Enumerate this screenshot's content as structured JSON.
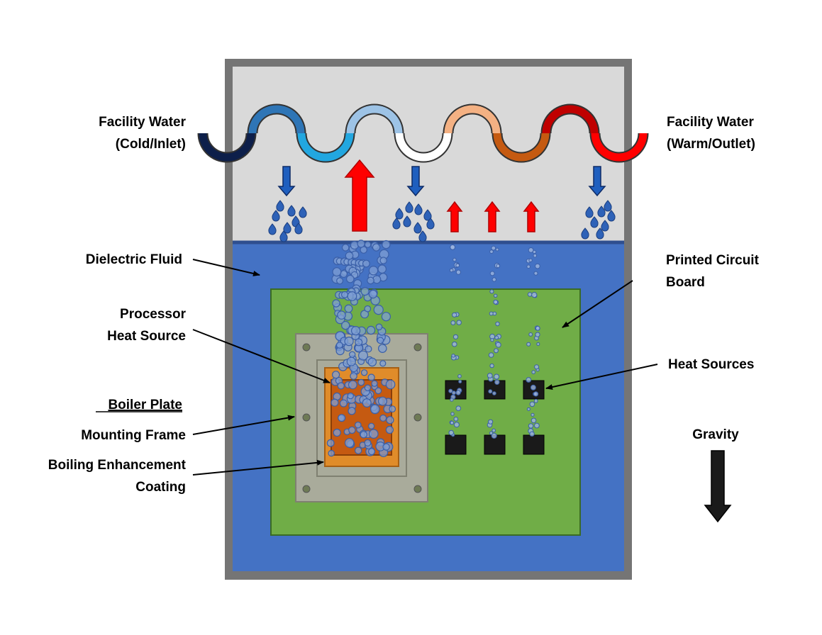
{
  "labels": {
    "facility_water_inlet_line1": "Facility Water",
    "facility_water_inlet_line2": "(Cold/Inlet)",
    "facility_water_outlet_line1": "Facility Water",
    "facility_water_outlet_line2": "(Warm/Outlet)",
    "dielectric_fluid": "Dielectric Fluid",
    "processor_line1": "Processor",
    "processor_line2": "Heat Source",
    "boiler_plate": "Boiler Plate",
    "mounting_frame": "Mounting Frame",
    "coating_line1": "Boiling Enhancement",
    "coating_line2": "Coating",
    "pcb_line1": "Printed Circuit",
    "pcb_line2": "Board",
    "heat_sources": "Heat Sources",
    "gravity": "Gravity"
  },
  "colors": {
    "tank_wall": "#757575",
    "vapor_space": "#d9d9d9",
    "dielectric_fluid": "#4472c4",
    "pcb": "#70ad47",
    "mounting_frame": "#a9ab9b",
    "coating": "#e08c2a",
    "processor": "#c55a11",
    "heat_source_chip": "#1a1a1a",
    "cold_arrow": "#1f5fbf",
    "hot_arrow": "#ff0000",
    "gravity_arrow": "#1a1a1a",
    "droplet": "#2e62b8",
    "coil_segments": [
      "#0d1f4a",
      "#2e75b6",
      "#22a7e0",
      "#9dc3e6",
      "#ffffff",
      "#f4b183",
      "#c55a11",
      "#c00000",
      "#ff0000"
    ]
  }
}
